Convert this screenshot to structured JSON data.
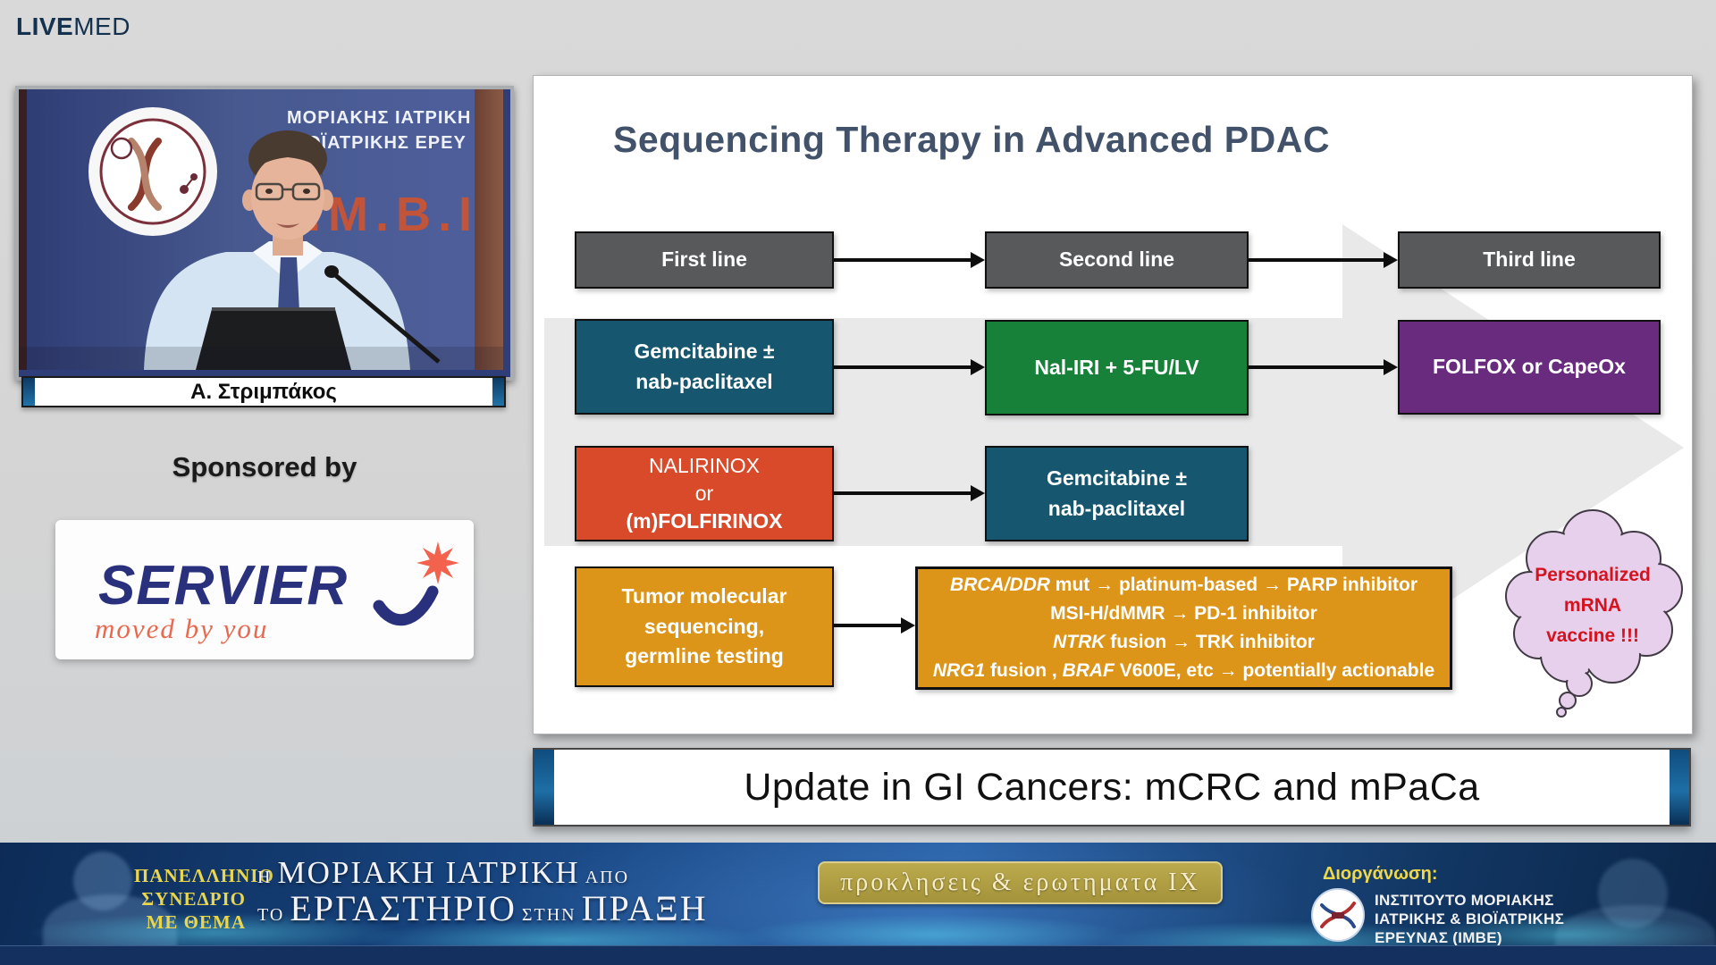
{
  "header": {
    "brand_bold": "LIVE",
    "brand_light": "MED"
  },
  "video": {
    "backdrop_text_line1": "ΜΟΡΙΑΚΗΣ ΙΑΤΡΙΚΗ",
    "backdrop_text_line2": "ΒΙΟΪΑΤΡΙΚΗΣ ΕΡΕΥ",
    "backdrop_acronym": "Ι.Μ.Β.Ι",
    "speaker_name": "Α. Στριμπάκος"
  },
  "sponsor": {
    "label": "Sponsored by",
    "brand": "SERVIER",
    "tagline": "moved by you"
  },
  "slide": {
    "title": "Sequencing Therapy in Advanced PDAC",
    "lines": {
      "first": "First line",
      "second": "Second line",
      "third": "Third line"
    },
    "boxes": {
      "gem_first": {
        "l1": "Gemcitabine ±",
        "l2": "nab-paclitaxel"
      },
      "naliri": "Nal-IRI + 5-FU/LV",
      "folfox": "FOLFOX or CapeOx",
      "nalirinox": {
        "l1": "NALIRINOX",
        "l2": "or",
        "l3": "(m)FOLFIRINOX"
      },
      "gem_second": {
        "l1": "Gemcitabine ±",
        "l2": "nab-paclitaxel"
      },
      "tumor": {
        "l1": "Tumor molecular",
        "l2": "sequencing,",
        "l3": "germline testing"
      },
      "molecular": {
        "r1a": "BRCA/DDR",
        "r1b": " mut → platinum-based → PARP inhibitor",
        "r2": "MSI-H/dMMR → PD-1 inhibitor",
        "r3a": "NTRK",
        "r3b": " fusion → TRK inhibitor",
        "r4a": "NRG1",
        "r4b": " fusion , ",
        "r4c": "BRAF",
        "r4d": " V600E, etc → potentially actionable"
      }
    },
    "bubble": {
      "l1": "Personalized",
      "l2": "mRNA",
      "l3": "vaccine !!!"
    }
  },
  "banner": {
    "title": "Update in GI Cancers: mCRC and mPaCa"
  },
  "footer": {
    "congress": {
      "l1": "ΠΑΝΕΛΛΗΝΙΟ",
      "l2": "ΣΥΝΕΔΡΙΟ",
      "l3": "ΜΕ ΘΕΜΑ"
    },
    "title": {
      "s1": "Η",
      "b1": "ΜΟΡΙΑΚΗ ΙΑΤΡΙΚΗ",
      "s2": "ΑΠΟ",
      "s3": "ΤΟ",
      "b2": "ΕΡΓΑΣΤΗΡΙΟ",
      "s4": "ΣΤΗΝ",
      "b3": "ΠΡΑΞΗ"
    },
    "gold_banner": "προκλησεις & ερωτηματα IX",
    "organizer": {
      "label": "Διοργάνωση:",
      "l1": "ΙΝΣΤΙΤΟΥΤΟ ΜΟΡΙΑΚΗΣ",
      "l2": "ΙΑΤΡΙΚΗΣ & ΒΙΟΪΑΤΡΙΚΗΣ",
      "l3": "ΕΡΕΥΝΑΣ (ΙΜΒΕ)"
    }
  },
  "colors": {
    "teal": "#16576f",
    "green": "#17813a",
    "purple": "#682b7e",
    "red_orange": "#d94a2a",
    "orange": "#dc9518",
    "header_gray": "#58595b",
    "brand_navy": "#14314e",
    "bubble_fill": "#e6d0eb",
    "bubble_text": "#d6121f",
    "footer_gold": "#e9d64e"
  }
}
